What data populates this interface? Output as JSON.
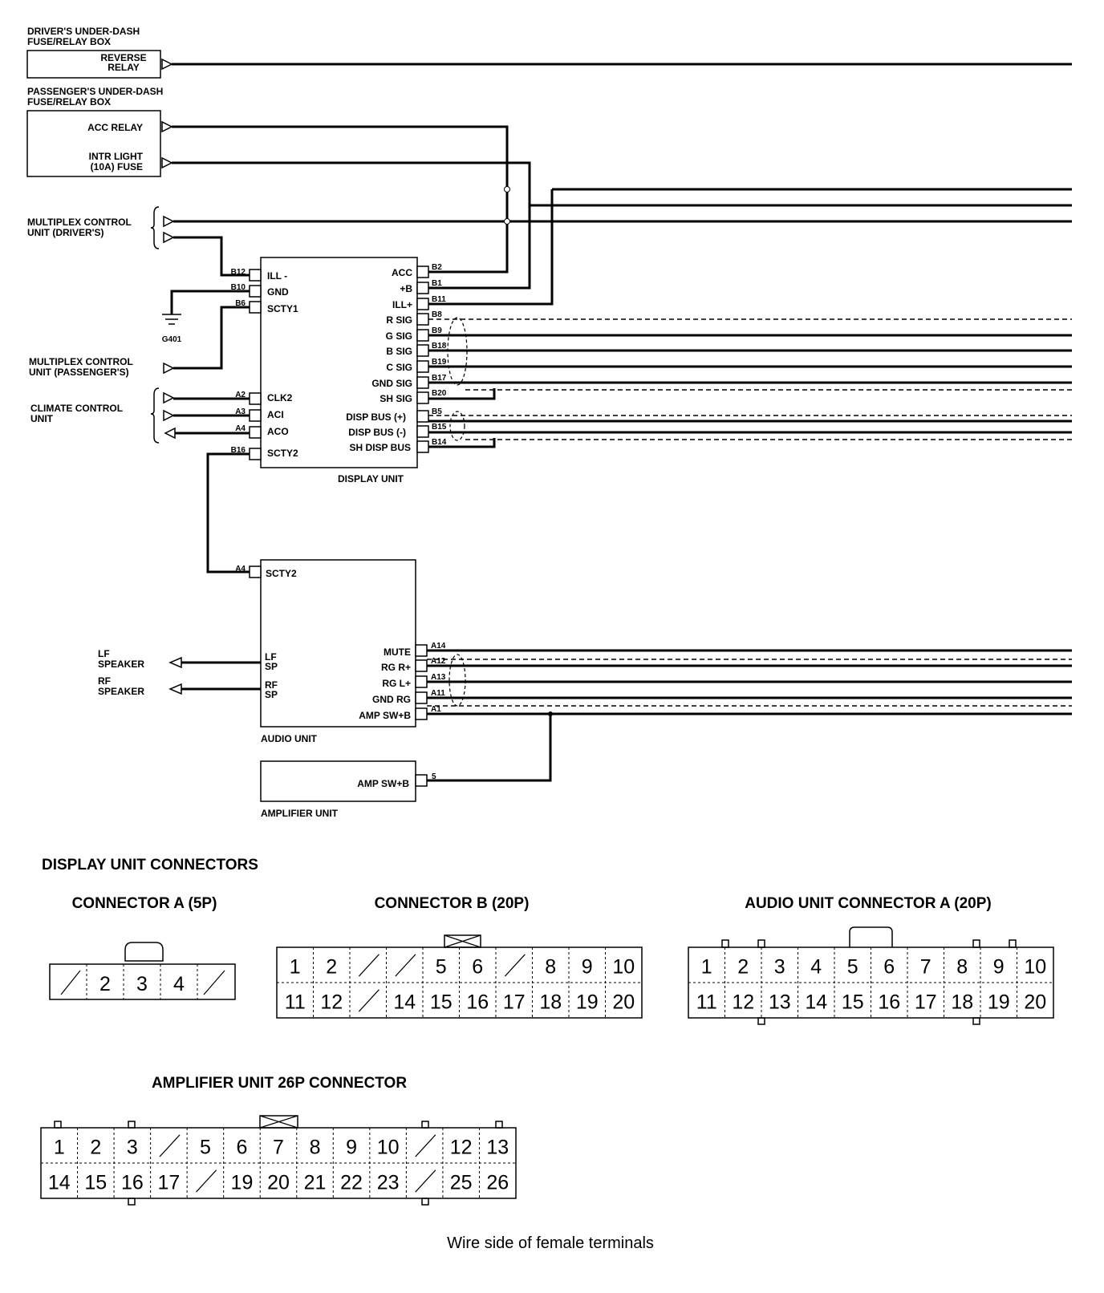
{
  "sources": {
    "driver_box": "DRIVER'S UNDER-DASH FUSE/RELAY BOX",
    "reverse_relay": "REVERSE RELAY",
    "passenger_box": "PASSENGER'S UNDER-DASH FUSE/RELAY BOX",
    "acc_relay": "ACC RELAY",
    "intr_light_fuse": "INTR LIGHT (10A) FUSE",
    "mux_driver": "MULTIPLEX CONTROL UNIT (DRIVER'S)",
    "ground": "G401",
    "mux_passenger": "MULTIPLEX CONTROL UNIT (PASSENGER'S)",
    "climate": "CLIMATE CONTROL UNIT",
    "lf_speaker": "LF SPEAKER",
    "rf_speaker": "RF SPEAKER"
  },
  "display_unit": {
    "name": "DISPLAY UNIT",
    "left_pins": [
      {
        "pin": "B12",
        "label": "ILL -"
      },
      {
        "pin": "B10",
        "label": "GND"
      },
      {
        "pin": "B6",
        "label": "SCTY1"
      },
      {
        "pin": "A2",
        "label": "CLK2"
      },
      {
        "pin": "A3",
        "label": "ACI"
      },
      {
        "pin": "A4",
        "label": "ACO"
      },
      {
        "pin": "B16",
        "label": "SCTY2"
      }
    ],
    "right_pins": [
      {
        "pin": "B2",
        "label": "ACC"
      },
      {
        "pin": "B1",
        "label": "+B"
      },
      {
        "pin": "B11",
        "label": "ILL+"
      },
      {
        "pin": "B8",
        "label": "R SIG"
      },
      {
        "pin": "B9",
        "label": "G SIG"
      },
      {
        "pin": "B18",
        "label": "B SIG"
      },
      {
        "pin": "B19",
        "label": "C SIG"
      },
      {
        "pin": "B17",
        "label": "GND SIG"
      },
      {
        "pin": "B20",
        "label": "SH SIG"
      },
      {
        "pin": "B5",
        "label": "DISP BUS (+)"
      },
      {
        "pin": "B15",
        "label": "DISP BUS (-)"
      },
      {
        "pin": "B14",
        "label": "SH DISP BUS"
      }
    ]
  },
  "audio_unit": {
    "name": "AUDIO UNIT",
    "left_pins": [
      {
        "pin": "A4",
        "label": "SCTY2"
      },
      {
        "pin": "",
        "label": "LF SP"
      },
      {
        "pin": "",
        "label": "RF SP"
      }
    ],
    "right_pins": [
      {
        "pin": "A14",
        "label": "MUTE"
      },
      {
        "pin": "A12",
        "label": "RG R+"
      },
      {
        "pin": "A13",
        "label": "RG L+"
      },
      {
        "pin": "A11",
        "label": "GND RG"
      },
      {
        "pin": "A1",
        "label": "AMP SW+B"
      }
    ]
  },
  "amplifier_unit": {
    "name": "AMPLIFIER UNIT",
    "pin": "5",
    "label": "AMP SW+B"
  },
  "connectors": {
    "section_title": "DISPLAY UNIT CONNECTORS",
    "connector_a": {
      "title": "CONNECTOR A (5P)",
      "row1": [
        "",
        "2",
        "3",
        "4",
        ""
      ]
    },
    "connector_b": {
      "title": "CONNECTOR B (20P)",
      "row1": [
        "1",
        "2",
        "",
        "",
        "5",
        "6",
        "",
        "8",
        "9",
        "10"
      ],
      "row2": [
        "11",
        "12",
        "",
        "14",
        "15",
        "16",
        "17",
        "18",
        "19",
        "20"
      ]
    },
    "audio_a": {
      "title": "AUDIO UNIT CONNECTOR A (20P)",
      "row1": [
        "1",
        "2",
        "3",
        "4",
        "5",
        "6",
        "7",
        "8",
        "9",
        "10"
      ],
      "row2": [
        "11",
        "12",
        "13",
        "14",
        "15",
        "16",
        "17",
        "18",
        "19",
        "20"
      ]
    },
    "amplifier": {
      "title": "AMPLIFIER UNIT 26P CONNECTOR",
      "row1": [
        "1",
        "2",
        "3",
        "",
        "5",
        "6",
        "7",
        "8",
        "9",
        "10",
        "",
        "12",
        "13"
      ],
      "row2": [
        "14",
        "15",
        "16",
        "17",
        "",
        "19",
        "20",
        "21",
        "22",
        "23",
        "",
        "25",
        "26"
      ]
    },
    "caption": "Wire side of female terminals"
  }
}
